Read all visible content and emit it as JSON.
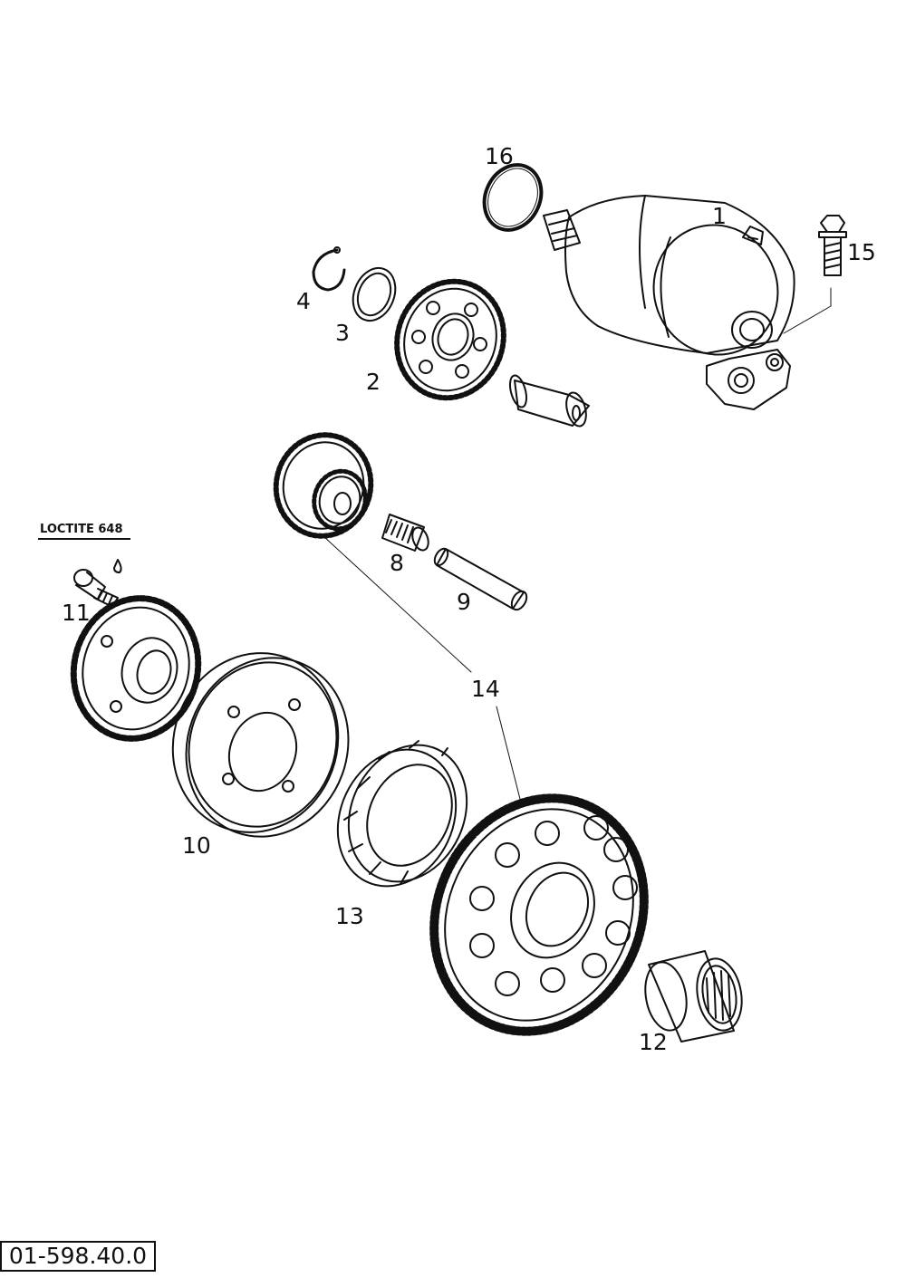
{
  "diagram": {
    "note": "LOCTITE 648",
    "code": "01-598.40.0",
    "callouts": {
      "c1": "1",
      "c2": "2",
      "c3": "3",
      "c4": "4",
      "c8": "8",
      "c9": "9",
      "c10": "10",
      "c11": "11",
      "c12": "12",
      "c13": "13",
      "c14": "14",
      "c15": "15",
      "c16": "16"
    }
  }
}
